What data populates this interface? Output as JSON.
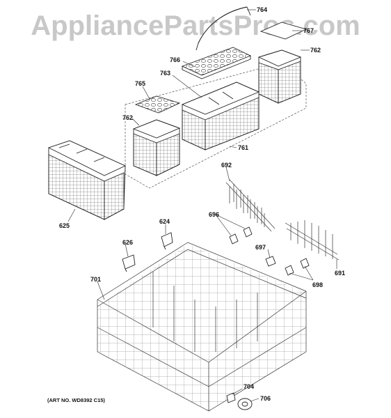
{
  "watermark": "AppliancePartsPros.com",
  "art_number": "(ART NO. WD8392 C15)",
  "callouts": {
    "c764": "764",
    "c767": "767",
    "c766": "766",
    "c762a": "762",
    "c763": "763",
    "c765": "765",
    "c762b": "762",
    "c761": "761",
    "c625": "625",
    "c692": "692",
    "c696": "696",
    "c624": "624",
    "c626": "626",
    "c697": "697",
    "c691": "691",
    "c698": "698",
    "c701": "701",
    "c704": "704",
    "c706": "706"
  }
}
